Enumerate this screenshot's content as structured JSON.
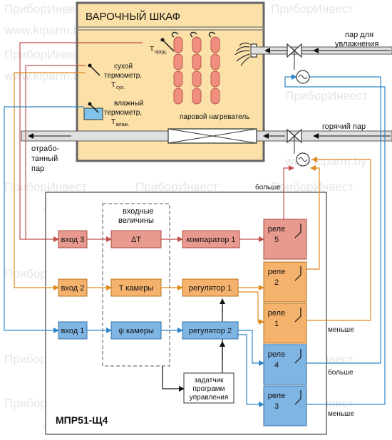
{
  "watermark": {
    "brand": "ПриборИнвест",
    "site": "www.kiparm.by"
  },
  "cabinet": {
    "title": "ВАРОЧНЫЙ ШКАФ",
    "t_prod": "T",
    "t_prod_sub": "прод.",
    "dry_line1": "сухой",
    "dry_line2": "термометр,",
    "dry_t": "T",
    "dry_t_sub": "сух.",
    "wet_line1": "влажный",
    "wet_line2": "термометр,",
    "wet_t": "T",
    "wet_t_sub": "влаж.",
    "heater": "паровой нагреватель"
  },
  "pipes": {
    "humid_line1": "пар для",
    "humid_line2": "увлажнения",
    "hot_steam": "горячий пар",
    "exhaust_line1": "отрабо-",
    "exhaust_line2": "танный",
    "exhaust_line3": "пар"
  },
  "controller": {
    "model": "МПР51-Щ4",
    "input_group_line1": "входные",
    "input_group_line2": "величины",
    "in3": "вход 3",
    "in2": "вход 2",
    "in1": "вход 1",
    "dt": "ΔT",
    "tcam": "T камеры",
    "psi": "ψ камеры",
    "comp1": "компаратор 1",
    "reg1": "регулятор 1",
    "reg2": "регулятор 2",
    "prog_line1": "задатчик",
    "prog_line2": "программ",
    "prog_line3": "управления"
  },
  "relays": {
    "title": "реле",
    "r5": "5",
    "r2": "2",
    "r1": "1",
    "r4": "4",
    "r3": "3"
  },
  "signals": {
    "more": "больше",
    "less": "меньше"
  },
  "colors": {
    "red": "#e89a8e",
    "orange": "#f4b26d",
    "blue": "#7fb5e2",
    "cabinet": "#fbe0a8"
  }
}
